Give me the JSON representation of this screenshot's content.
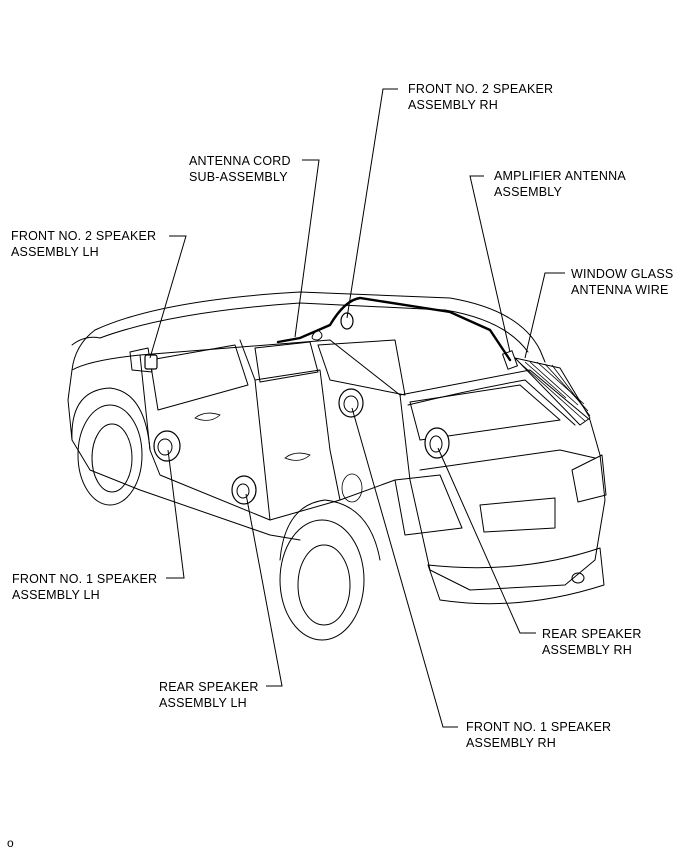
{
  "labels": {
    "front_no2_rh": [
      "FRONT NO. 2 SPEAKER",
      "ASSEMBLY RH"
    ],
    "antenna_cord": [
      "ANTENNA CORD",
      "SUB-ASSEMBLY"
    ],
    "amplifier_antenna": [
      "AMPLIFIER ANTENNA",
      "ASSEMBLY"
    ],
    "front_no2_lh": [
      "FRONT NO. 2 SPEAKER",
      "ASSEMBLY LH"
    ],
    "window_glass": [
      "WINDOW GLASS",
      "ANTENNA WIRE"
    ],
    "front_no1_lh": [
      "FRONT NO. 1 SPEAKER",
      "ASSEMBLY LH"
    ],
    "rear_rh": [
      "REAR SPEAKER",
      "ASSEMBLY RH"
    ],
    "rear_lh": [
      "REAR SPEAKER",
      "ASSEMBLY LH"
    ],
    "front_no1_rh": [
      "FRONT NO. 1 SPEAKER",
      "ASSEMBLY RH"
    ]
  },
  "footer_mark": "o"
}
